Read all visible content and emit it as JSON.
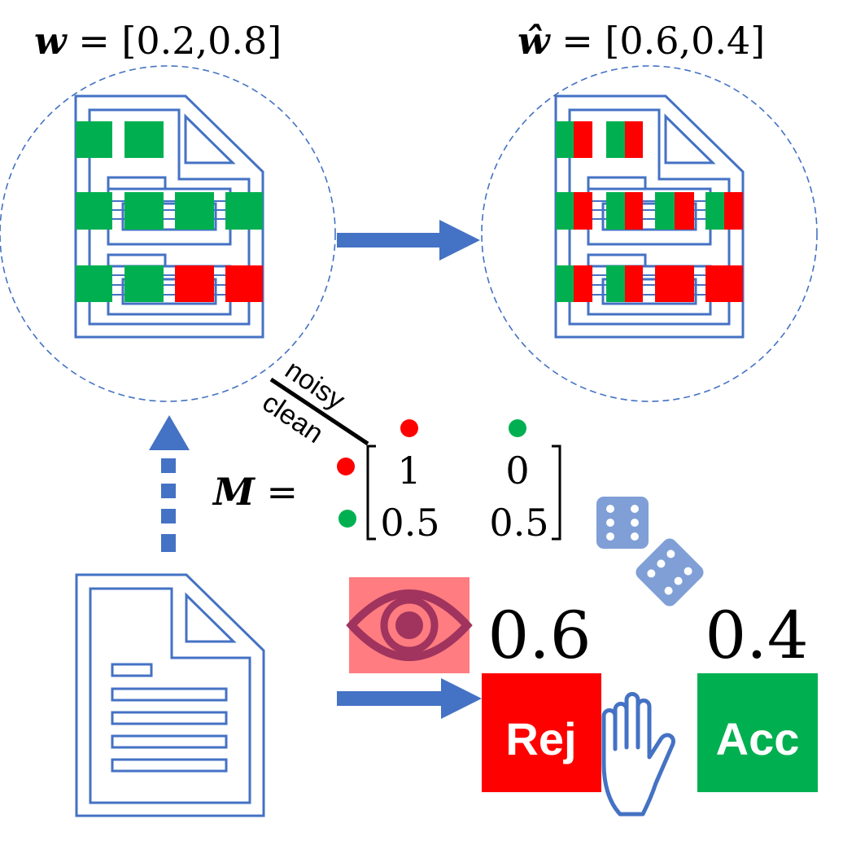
{
  "weights_original": {
    "symbol": "w",
    "values_text": "[0.2,0.8]",
    "values": [
      0.2,
      0.8
    ]
  },
  "weights_estimated": {
    "symbol": "ŵ",
    "values_text": "[0.6,0.4]",
    "values": [
      0.6,
      0.4
    ]
  },
  "matrix": {
    "symbol": "M",
    "header_noisy": "noisy",
    "header_clean": "clean",
    "rows": [
      [
        "1",
        "0"
      ],
      [
        "0.5",
        "0.5"
      ]
    ]
  },
  "decision": {
    "reject_prob": "0.6",
    "accept_prob": "0.4",
    "reject_label": "Rej",
    "accept_label": "Acc"
  },
  "colors": {
    "blue": "#4472C4",
    "green": "#00B050",
    "red": "#FF0000",
    "eye_bg": "#FF7C80",
    "eye": "#A0345E",
    "dice": "#7F9FD6"
  },
  "icons": [
    "document-icon",
    "eye-icon",
    "dice-icon",
    "hand-icon",
    "arrow-icon"
  ]
}
